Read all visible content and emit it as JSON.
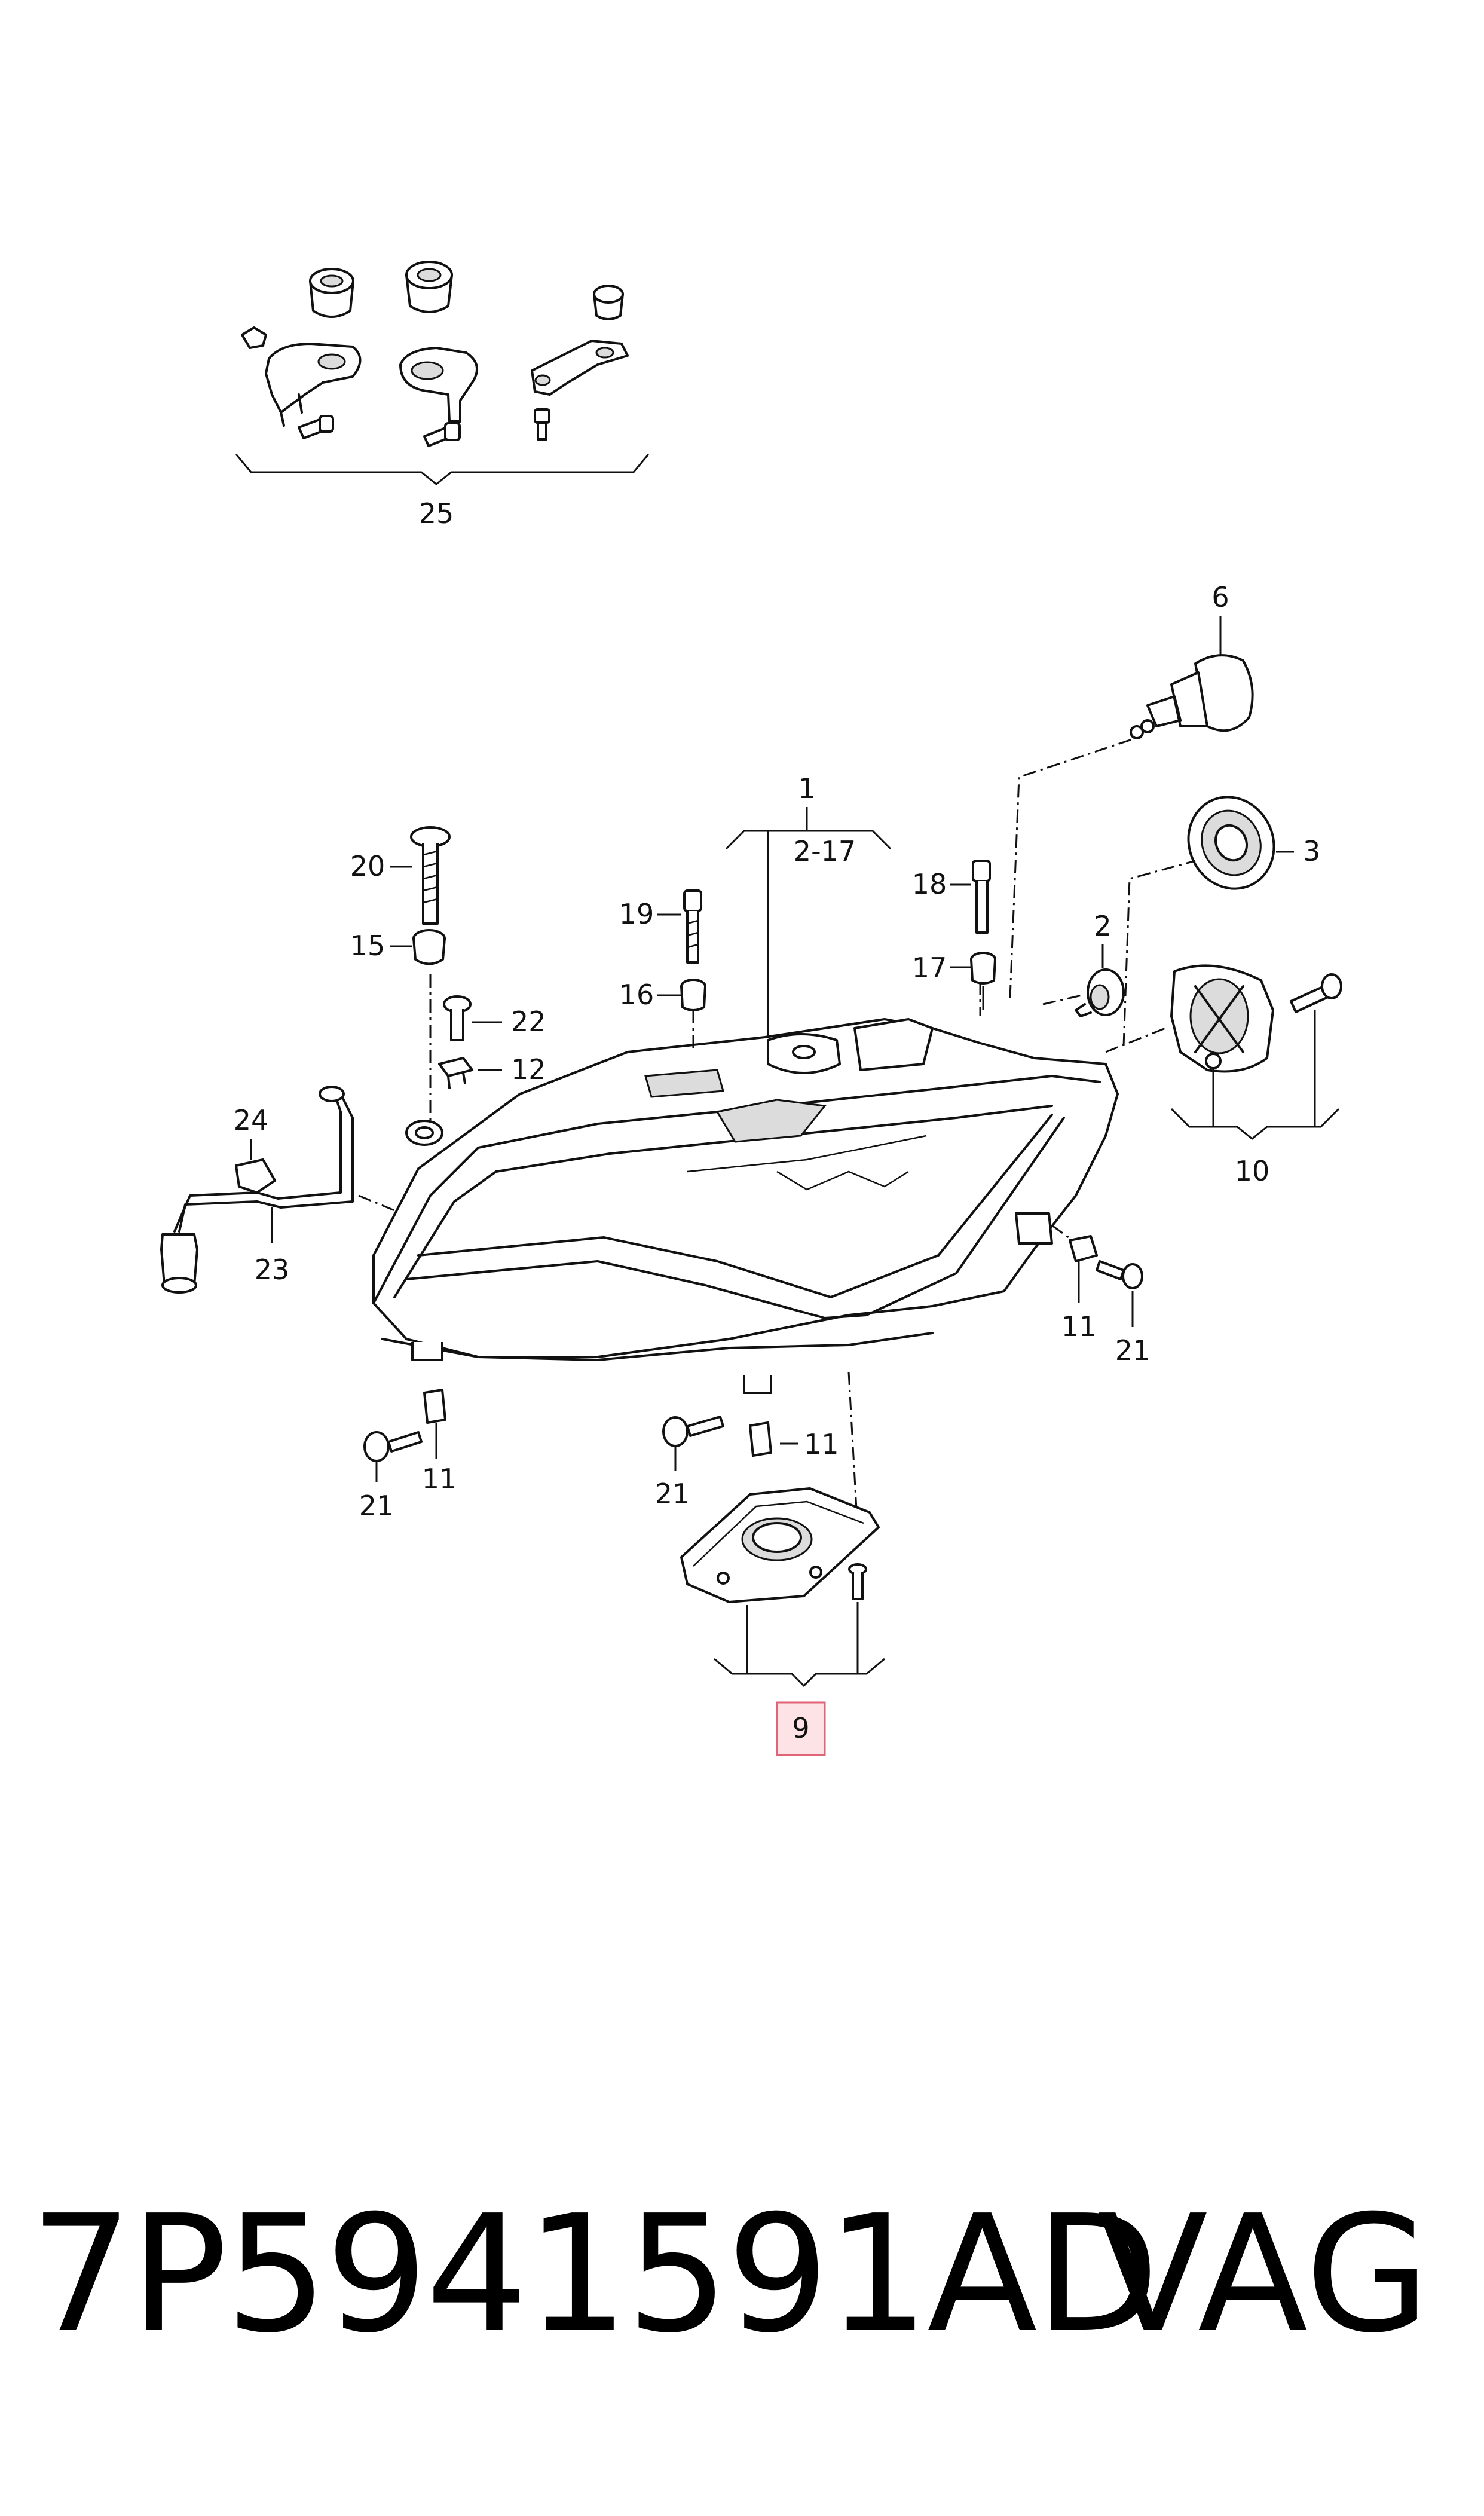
{
  "callouts": {
    "c25": "25",
    "c6": "6",
    "c1": "1",
    "c2_17": "2-17",
    "c3": "3",
    "c2": "2",
    "c20": "20",
    "c19": "19",
    "c18": "18",
    "c17": "17",
    "c15": "15",
    "c16": "16",
    "c22": "22",
    "c12": "12",
    "c24": "24",
    "c10": "10",
    "c23": "23",
    "c11_right": "11",
    "c21_right": "21",
    "c11_left": "11",
    "c21_left": "21",
    "c11_mid": "11",
    "c21_mid": "21",
    "c9": "9"
  },
  "footer": {
    "part_number": "7P5941591AD",
    "brand": "VAG"
  },
  "colors": {
    "highlight_fill": "#fde3e6",
    "highlight_stroke": "#e06377"
  }
}
